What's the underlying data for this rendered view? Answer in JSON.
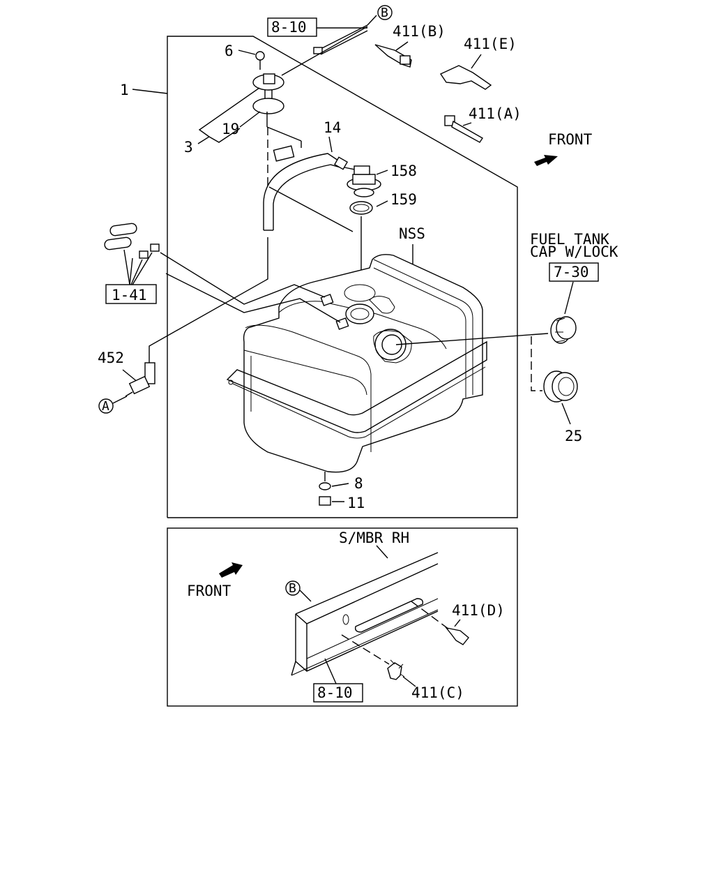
{
  "main_diagram": {
    "refs": {
      "ref_8_10_top": "8-10",
      "ref_1_41": "1-41",
      "ref_7_30": "7-30"
    },
    "labels": {
      "part_1": "1",
      "part_3": "3",
      "part_6": "6",
      "part_19": "19",
      "part_14": "14",
      "part_158": "158",
      "part_159": "159",
      "nss": "NSS",
      "part_452": "452",
      "part_8": "8",
      "part_11": "11",
      "part_25": "25",
      "clip_411_b": "411(B)",
      "clip_411_e": "411(E)",
      "clip_411_a": "411(A)",
      "front": "FRONT",
      "fuel_cap_line1": "FUEL TANK",
      "fuel_cap_line2": "CAP W/LOCK",
      "callout_b": "B",
      "callout_a": "A"
    }
  },
  "detail_diagram": {
    "labels": {
      "smbr": "S/MBR RH",
      "front": "FRONT",
      "callout_b": "B",
      "clip_411_d": "411(D)",
      "clip_411_c": "411(C)",
      "ref_8_10": "8-10"
    }
  }
}
